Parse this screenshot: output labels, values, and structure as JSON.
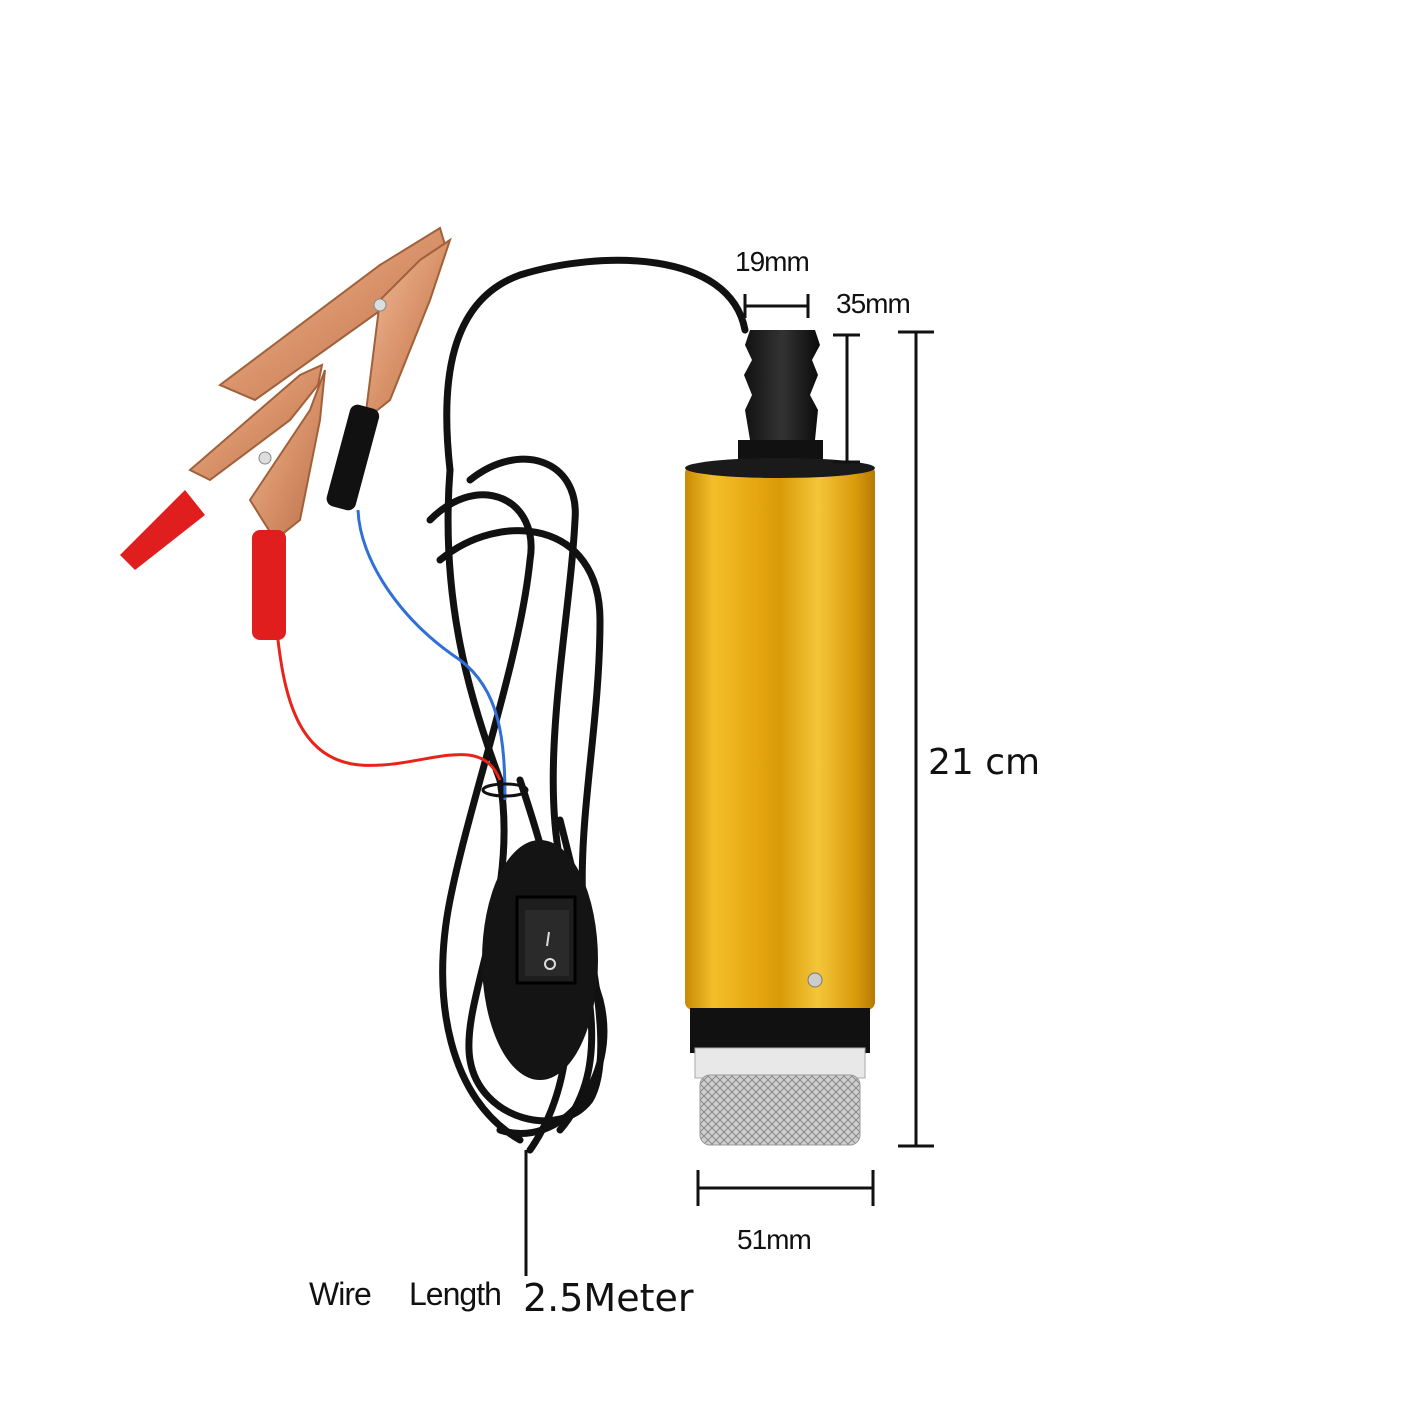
{
  "product": {
    "name": "submersible-pump",
    "body_color": "#e7a913",
    "components": [
      "alligator-clip-red",
      "alligator-clip-copper",
      "black-cable",
      "rocker-switch",
      "hose-barb-outlet",
      "mesh-filter-inlet"
    ]
  },
  "dimensions": {
    "outlet_diameter": "19mm",
    "outlet_height": "35mm",
    "total_height": "21 cm",
    "body_diameter": "51mm"
  },
  "wire": {
    "label_word1": "Wire",
    "label_word2": "Length",
    "value": "2.5Meter"
  },
  "switch": {
    "on_symbol": "I",
    "off_symbol": "O"
  }
}
